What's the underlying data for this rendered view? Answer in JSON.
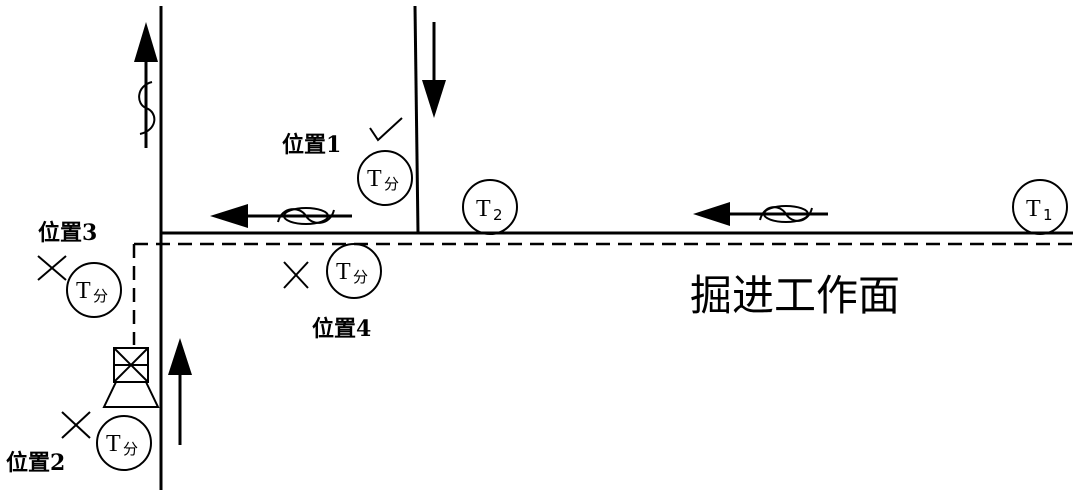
{
  "labels": {
    "pos1": "位置1",
    "pos2": "位置2",
    "pos3": "位置3",
    "pos4": "位置4",
    "working_face": "掘进工作面"
  },
  "sensors": {
    "t1": {
      "main": "T",
      "sub": "1"
    },
    "t2": {
      "main": "T",
      "sub": "2"
    },
    "t_fen": {
      "main": "T",
      "sub": "分"
    }
  },
  "marks": {
    "check": "✓",
    "cross": "×"
  },
  "colors": {
    "line": "#000000",
    "background": "#ffffff"
  }
}
